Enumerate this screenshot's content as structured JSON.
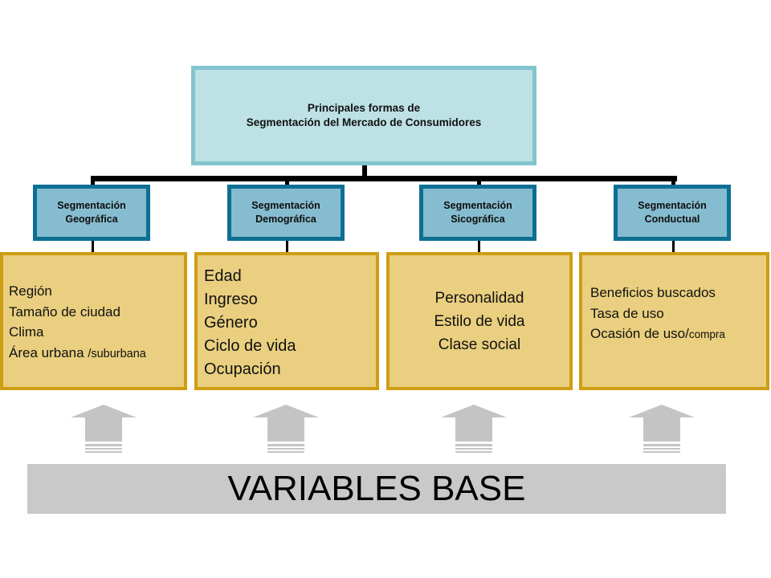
{
  "root": {
    "line1": "Principales formas de",
    "line2": "Segmentación del Mercado de Consumidores"
  },
  "categories": [
    {
      "line1": "Segmentación",
      "line2": "Geográfica"
    },
    {
      "line1": "Segmentación",
      "line2": "Demográfica"
    },
    {
      "line1": "Segmentación",
      "line2": "Sicográfica"
    },
    {
      "line1": "Segmentación",
      "line2": "Conductual"
    }
  ],
  "geografica_items": [
    "Región",
    "Tamaño de ciudad",
    "Clima",
    "Área urbana",
    "/suburbana"
  ],
  "demografica_items": [
    "Edad",
    "Ingreso",
    "Género",
    "Ciclo de vida",
    "Ocupación"
  ],
  "sicografica_items": [
    "Personalidad",
    "Estilo de vida",
    "Clase social"
  ],
  "conductual_items": [
    "Beneficios buscados",
    "Tasa de uso",
    "Ocasión de uso/",
    "compra"
  ],
  "base_label": "VARIABLES BASE",
  "colors": {
    "root_fill": "#bde1e4",
    "root_border": "#82c4cf",
    "category_fill": "#86bccf",
    "category_border": "#0e6f94",
    "items_fill": "#e9cf7f",
    "items_border": "#cf9d14",
    "arrow": "#c4c4c4",
    "base_bar": "#c9c9c9"
  }
}
